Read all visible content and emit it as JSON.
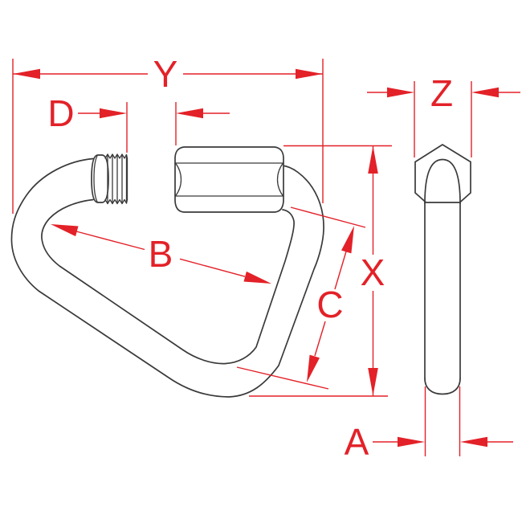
{
  "colors": {
    "accent_red": "#e32128",
    "line_dark": "#3a3a3a",
    "background": "#ffffff"
  },
  "dimensions": {
    "Y": {
      "label": "Y"
    },
    "D": {
      "label": "D"
    },
    "B": {
      "label": "B"
    },
    "C": {
      "label": "C"
    },
    "X": {
      "label": "X"
    },
    "Z": {
      "label": "Z"
    },
    "A": {
      "label": "A"
    }
  }
}
